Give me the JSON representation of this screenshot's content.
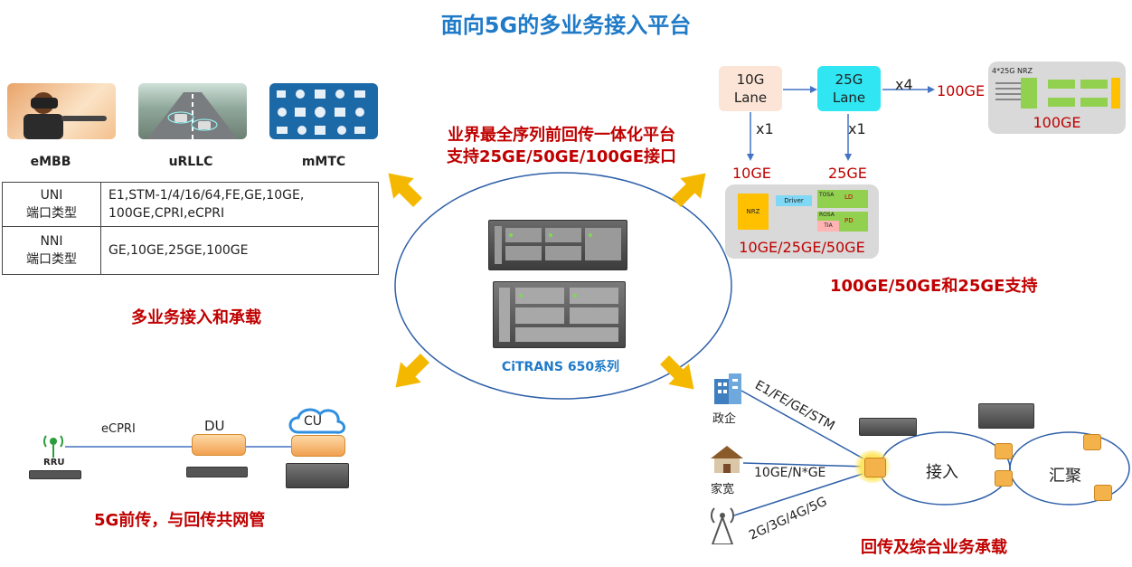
{
  "title": "面向5G的多业务接入平台",
  "scenarios": [
    {
      "label": "eMBB",
      "icon": "vr-headset-icon"
    },
    {
      "label": "uRLLC",
      "icon": "autonomous-road-icon"
    },
    {
      "label": "mMTC",
      "icon": "iot-grid-icon"
    }
  ],
  "ports_table": [
    {
      "header_line1": "UNI",
      "header_line2": "端口类型",
      "value_line1": "E1,STM-1/4/16/64,FE,GE,10GE,",
      "value_line2": "100GE,CPRI,eCPRI"
    },
    {
      "header_line1": "NNI",
      "header_line2": "端口类型",
      "value_line1": "GE,10GE,25GE,100GE",
      "value_line2": ""
    }
  ],
  "left_caption": "多业务接入和承载",
  "center": {
    "heading_line1": "业界最全序列前回传一体化平台",
    "heading_line2": "支持25GE/50GE/100GE接口",
    "product_label": "CiTRANS 650系列"
  },
  "top_right": {
    "lane_10g_line1": "10G",
    "lane_10g_line2": "Lane",
    "lane_25g_line1": "25G",
    "lane_25g_line2": "Lane",
    "x4": "x4",
    "x1_left": "x1",
    "x1_right": "x1",
    "out_100ge": "100GE",
    "module_top_label": "4*25G NRZ",
    "module_caption": "100GE",
    "label_10ge": "10GE",
    "label_25ge": "25GE",
    "optics_nrz": "NRZ",
    "optics_driver": "Driver",
    "optics_tosa": "TOSA",
    "optics_ld": "LD",
    "optics_rosa": "ROSA",
    "optics_tia": "TIA",
    "optics_pd": "PD",
    "optics_caption": "10GE/25GE/50GE",
    "support_caption": "100GE/50GE和25GE支持",
    "colors": {
      "lane_10g": "#fce4d6",
      "lane_25g": "#2fe6f2",
      "green": "#92d050",
      "cyan_block": "#7fd8f5",
      "pink_block": "#ffb3b3",
      "orange_block": "#ffc000"
    }
  },
  "fronthaul": {
    "rru_label": "RRU",
    "link_label": "eCPRI",
    "du_label": "DU",
    "cu_label": "CU",
    "caption": "5G前传，与回传共网管"
  },
  "backhaul": {
    "gov_label": "政企",
    "home_label": "家宽",
    "link_gov": "E1/FE/GE/STM",
    "link_home": "10GE/N*GE",
    "link_mobile": "2G/3G/4G/5G",
    "ring_access": "接入",
    "ring_aggregation": "汇聚",
    "caption": "回传及综合业务承载"
  },
  "accent_colors": {
    "title_blue": "#1f7ac8",
    "caption_red": "#c00000",
    "arrow_yellow": "#f5b800",
    "ellipse_blue": "#2e5fa8"
  }
}
